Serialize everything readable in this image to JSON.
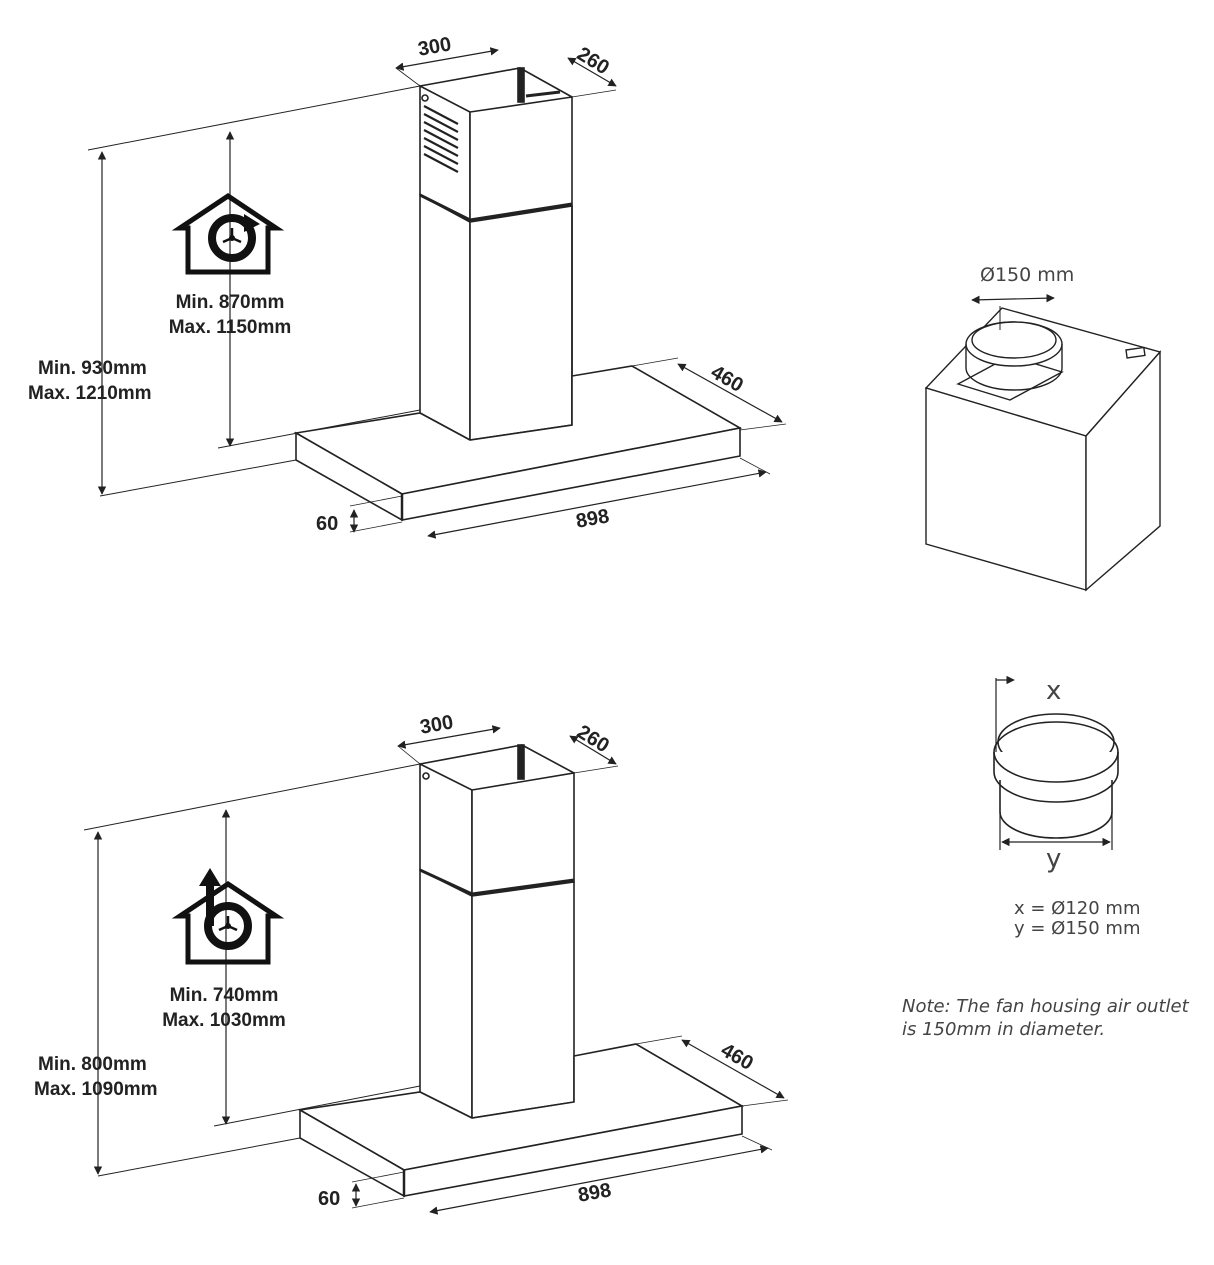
{
  "ducted": {
    "chimney_width": "300",
    "chimney_depth": "260",
    "chimney_height_min": "Min. 870mm",
    "chimney_height_max": "Max. 1150mm",
    "total_height_min": "Min. 930mm",
    "total_height_max": "Max. 1210mm",
    "hood_depth": "460",
    "hood_thickness": "60",
    "hood_width": "898",
    "icon": "recirculation-house-icon"
  },
  "recirculating": {
    "chimney_width": "300",
    "chimney_depth": "260",
    "chimney_height_min": "Min. 740mm",
    "chimney_height_max": "Max. 1030mm",
    "total_height_min": "Min. 800mm",
    "total_height_max": "Max. 1090mm",
    "hood_depth": "460",
    "hood_thickness": "60",
    "hood_width": "898",
    "icon": "ducted-exhaust-house-icon"
  },
  "fan_housing": {
    "outlet_diameter": "Ø150 mm"
  },
  "adaptor": {
    "x_label": "x",
    "y_label": "y",
    "x_value": "x = Ø120 mm",
    "y_value": "y = Ø150 mm"
  },
  "note": {
    "label": "Note:",
    "text": "The fan housing air outlet is 150mm in diameter."
  }
}
